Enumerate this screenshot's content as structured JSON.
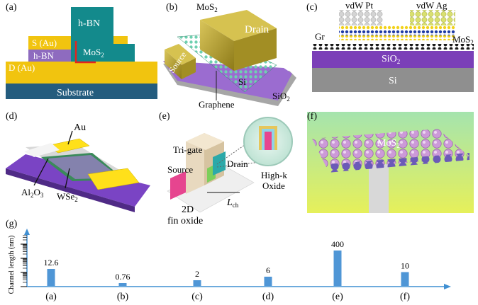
{
  "panels": {
    "a": {
      "label": "(a)",
      "hbn_top": "h-BN",
      "source": "S (Au)",
      "hbn_mid": "h-BN",
      "mos2": "MoS",
      "mos2_sub": "2",
      "drain": "D (Au)",
      "substrate": "Substrate"
    },
    "b": {
      "label": "(b)",
      "mos2": "MoS",
      "mos2_sub": "2",
      "drain": "Drain",
      "source": "Source",
      "si": "Si",
      "sio2": "SiO",
      "sio2_sub": "2",
      "graphene": "Graphene"
    },
    "c": {
      "label": "(c)",
      "pt": "vdW Pt",
      "ag": "vdW Ag",
      "gr": "Gr",
      "mos2": "MoS",
      "mos2_sub": "2",
      "sio2": "SiO",
      "sio2_sub": "2",
      "si": "Si"
    },
    "d": {
      "label": "(d)",
      "au": "Au",
      "al2o3_a": "Al",
      "al2o3_sub1": "2",
      "al2o3_b": "O",
      "al2o3_sub2": "3",
      "wse2": "WSe",
      "wse2_sub": "2"
    },
    "e": {
      "label": "(e)",
      "trigate": "Tri-gate",
      "drain": "Drain",
      "source": "Source",
      "fin1": "2D",
      "fin2": "fin oxide",
      "lch": "L",
      "lch_sub": "ch",
      "highk1": "High-k",
      "highk2": "Oxide"
    },
    "f": {
      "label": "(f)",
      "mos2": "MoS",
      "mos2_sub": "2"
    },
    "g": {
      "label": "(g)"
    }
  },
  "colors": {
    "bar": "#4f96d6",
    "axis": "#3f8fd2",
    "gold": "#f1c40f",
    "teal": "#138a8c",
    "navy": "#245c7e",
    "purple": "#7b3fb8",
    "si_gray": "#8f8f8f"
  },
  "chart_data": {
    "type": "bar",
    "ylabel": "Channel length (nm)",
    "categories": [
      "(a)",
      "(b)",
      "(c)",
      "(d)",
      "(e)",
      "(f)"
    ],
    "values": [
      12.6,
      0.76,
      2,
      6,
      400,
      10
    ],
    "value_labels": [
      "12.6",
      "0.76",
      "2",
      "6",
      "400",
      "10"
    ],
    "bar_heights_relative": [
      0.48,
      0.08,
      0.16,
      0.26,
      1.0,
      0.39
    ],
    "y_scale": "log",
    "grid": false
  }
}
